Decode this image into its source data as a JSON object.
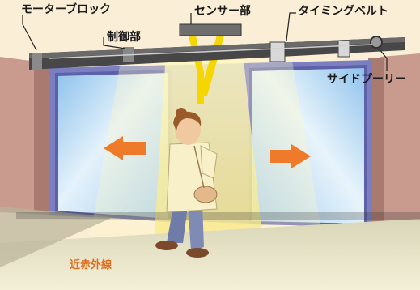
{
  "labels": {
    "motor_block": "モーターブロック",
    "control_unit": "制御部",
    "sensor_unit": "センサー部",
    "timing_belt": "タイミングベルト",
    "side_pulley": "サイドプーリー",
    "near_infrared": "近赤外線"
  },
  "colors": {
    "rail": "#454545",
    "door_glass": "#a8cff0",
    "frame": "#7b7fc2",
    "light_beam": "#fff3a6",
    "arrow": "#ee7a2a",
    "wall": "#c89a8e",
    "label_text": "#1a1a1a",
    "infrared_text": "#e06a1a"
  }
}
